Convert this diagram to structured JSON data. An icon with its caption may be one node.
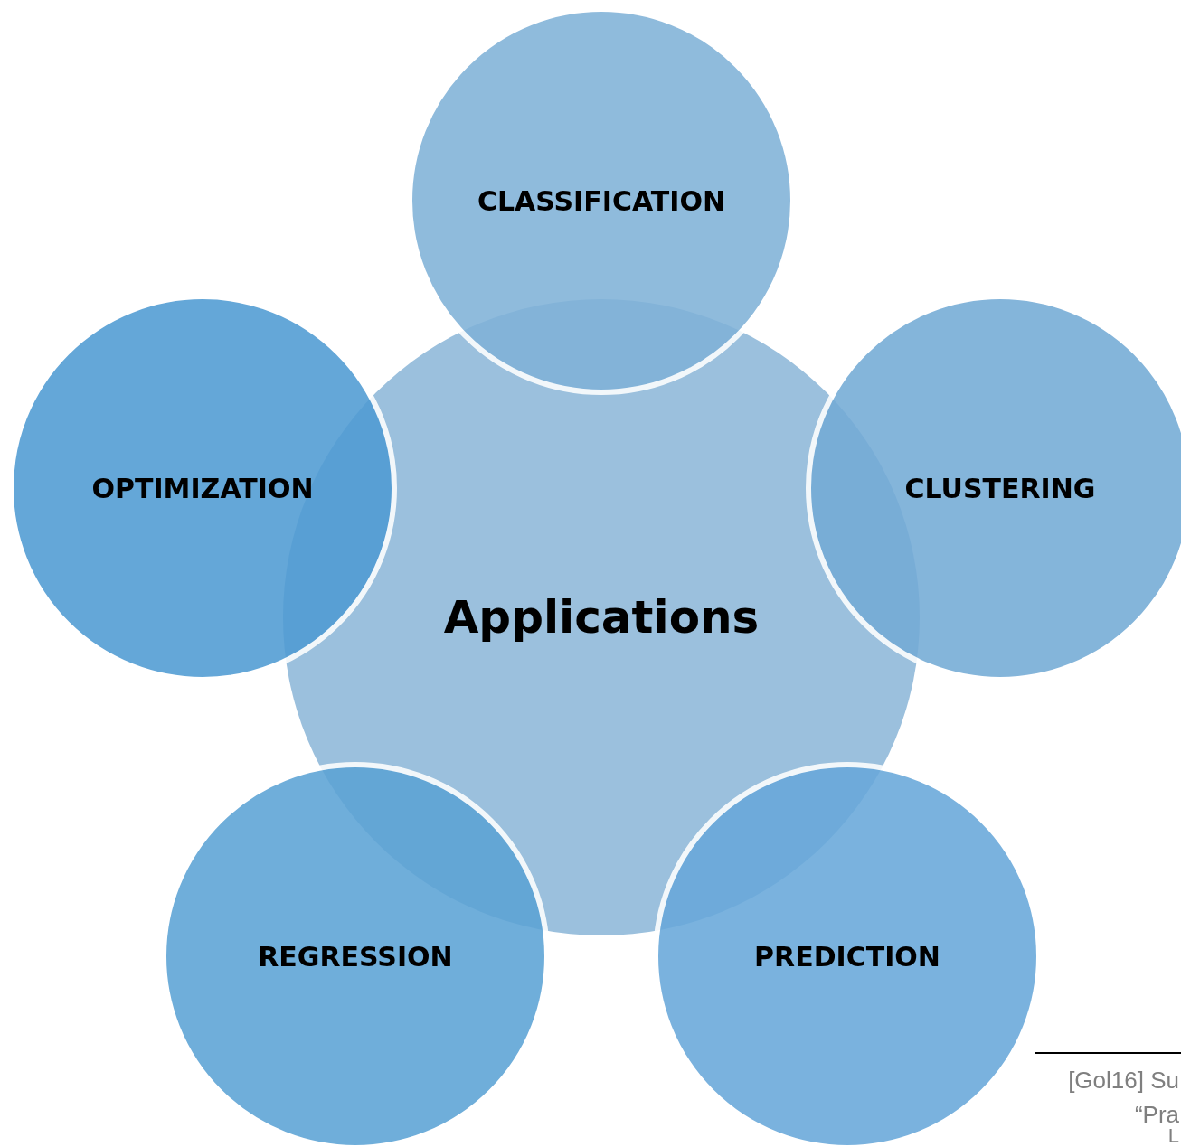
{
  "diagram": {
    "nodes": [
      {
        "text": [
          "Applications"
        ]
      },
      {
        "text": [
          "CLASSIFICATION"
        ]
      },
      {
        "text": [
          "CLUSTERING"
        ]
      },
      {
        "text": [
          "OPTIMIZATION"
        ]
      },
      {
        "text": [
          "REGRESSION"
        ]
      },
      {
        "text": [
          "PREDICTION"
        ]
      }
    ],
    "edges": [],
    "labels": [
      "[Gol16] Su",
      "“Pra",
      "L"
    ]
  }
}
